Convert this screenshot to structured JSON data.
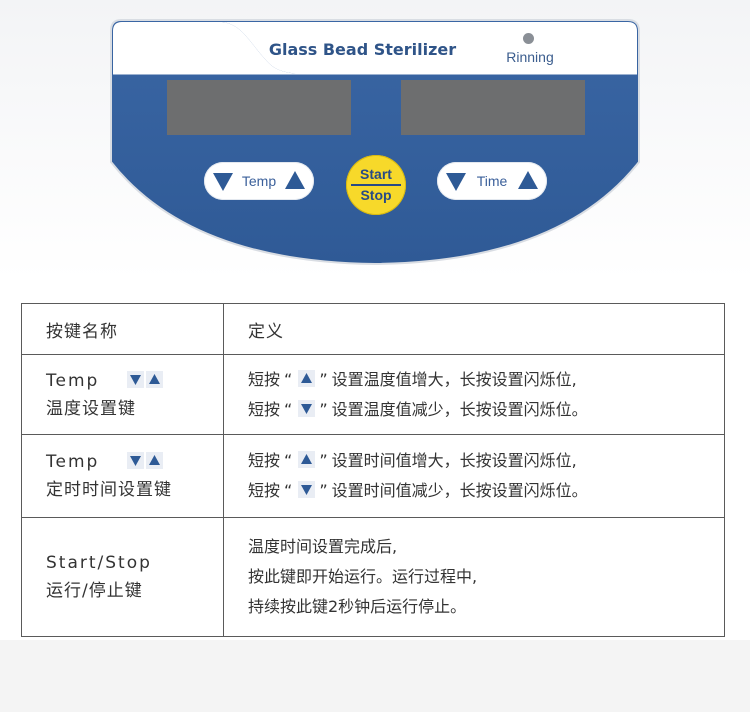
{
  "device": {
    "title": "Glass Bead Sterilizer",
    "status_label": "Rinning",
    "temp_label": "Temp",
    "time_label": "Time",
    "start_label": "Start",
    "stop_label": "Stop",
    "colors": {
      "panel_blue": "#35619e",
      "start_yellow": "#f7d92a",
      "display_gray": "#6d6e6f"
    }
  },
  "table": {
    "headers": [
      "按键名称",
      "定义"
    ],
    "rows": [
      {
        "name_en": "Temp",
        "name_cn": "温度设置键",
        "defs": [
          {
            "pre": "短按",
            "q_open": "“",
            "icon": "arrow-up-icon",
            "q_close": "”",
            "text": "设置温度值增大，长按设置闪烁位,"
          },
          {
            "pre": "短按",
            "q_open": "“",
            "icon": "arrow-down-icon",
            "q_close": "”",
            "text": "设置温度值减少，长按设置闪烁位。"
          }
        ]
      },
      {
        "name_en": "Temp",
        "name_cn": "定时时间设置键",
        "defs": [
          {
            "pre": "短按",
            "q_open": "“",
            "icon": "arrow-up-icon",
            "q_close": "”",
            "text": "设置时间值增大，长按设置闪烁位,"
          },
          {
            "pre": "短按",
            "q_open": "“",
            "icon": "arrow-down-icon",
            "q_close": "”",
            "text": "设置时间值减少，长按设置闪烁位。"
          }
        ]
      },
      {
        "name_en": "Start/Stop",
        "name_cn": "运行/停止键",
        "lines": [
          "温度时间设置完成后,",
          "按此键即开始运行。运行过程中,",
          "持续按此键2秒钟后运行停止。"
        ]
      }
    ]
  }
}
